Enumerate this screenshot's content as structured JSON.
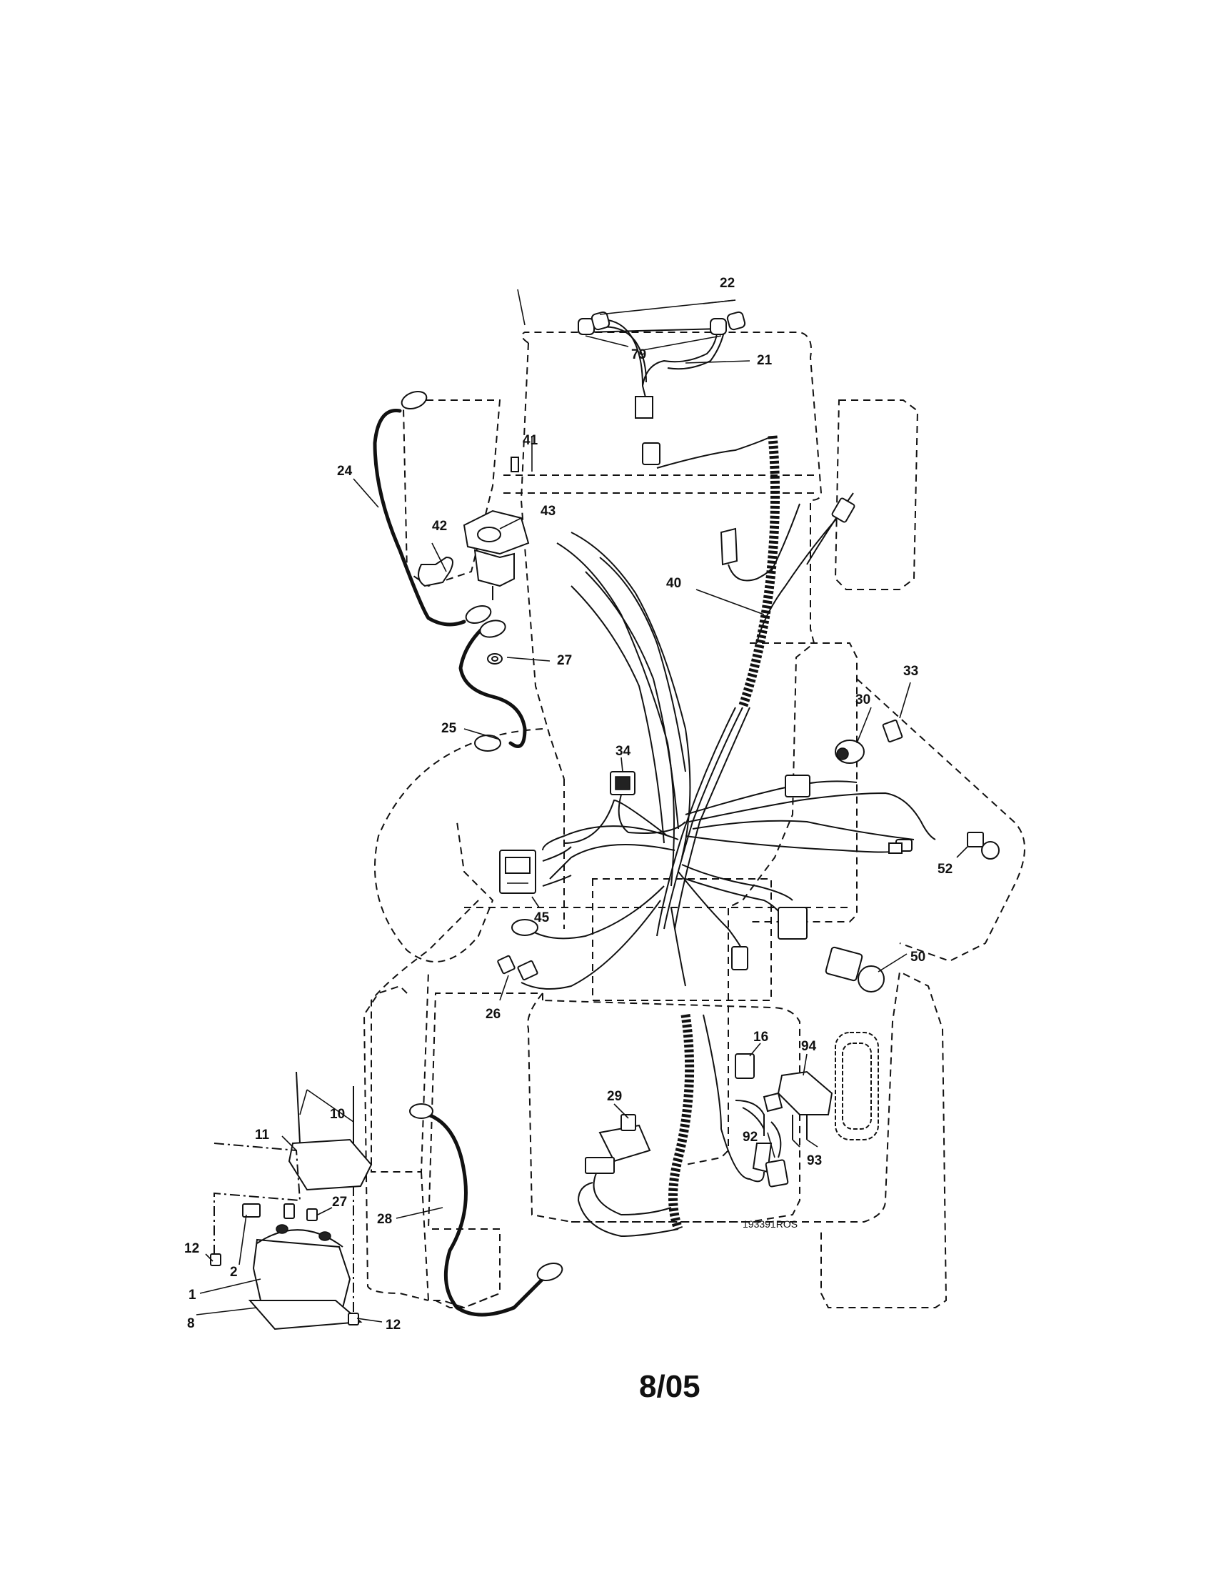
{
  "diagram": {
    "callouts": [
      "22",
      "21",
      "79",
      "41",
      "24",
      "42",
      "43",
      "40",
      "27",
      "33",
      "30",
      "25",
      "34",
      "45",
      "52",
      "50",
      "26",
      "16",
      "94",
      "10",
      "11",
      "29",
      "92",
      "93",
      "27",
      "28",
      "12",
      "2",
      "1",
      "8",
      "12"
    ],
    "drawing_id": "193391ROS",
    "page_date": "8/05"
  }
}
